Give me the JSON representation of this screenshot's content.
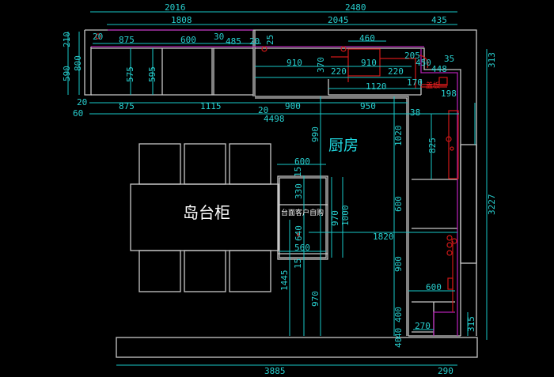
{
  "drawing": {
    "title": "Kitchen cabinet plan layout",
    "labels": {
      "island": "岛台柜",
      "kitchen": "厨房",
      "countertop_note": "台面客户自购",
      "stove_label": "盖板"
    },
    "colors": {
      "background": "#000000",
      "outline": "#c8c8c8",
      "dimension": "#18c8c8",
      "countertop": "#b020b0",
      "appliance": "#d01818"
    },
    "dimensions": {
      "top_overall_left": "2016",
      "top_overall_right": "2480",
      "top_second_left": "1808",
      "top_second_mid": "2045",
      "top_second_right": "435",
      "upper_run_gap_left": "20",
      "upper_875": "875",
      "upper_600": "600",
      "upper_30": "30",
      "upper_485": "485",
      "upper_20": "20",
      "upper_25": "25",
      "sink_460": "460",
      "depth_575": "575",
      "depth_595": "595",
      "left_210": "210",
      "left_590": "590",
      "left_800": "800",
      "run_910_a": "910",
      "run_370": "370",
      "run_910_b": "910",
      "run_220_a": "220",
      "run_220_b": "220",
      "run_205": "205",
      "run_450": "450",
      "run_35": "35",
      "run_448": "448",
      "run_1120": "1120",
      "run_170": "170",
      "run_198": "198",
      "bottom_20": "20",
      "bottom_875": "875",
      "bottom_1115": "1115",
      "bottom_20b": "20",
      "bottom_900": "900",
      "bottom_950": "950",
      "bottom_38": "38",
      "left_60": "60",
      "overall_4498": "4498",
      "v_990": "990",
      "v_1020": "1020",
      "v_825": "825",
      "v_600": "600",
      "v_900": "900",
      "v_400": "400",
      "v_40a": "40",
      "v_40b": "40",
      "h_1820": "1820",
      "island_600": "600",
      "island_15a": "15",
      "island_330": "330",
      "island_640": "640",
      "island_560": "560",
      "island_15b": "15",
      "island_970": "970",
      "island_1000": "1000",
      "v_1445": "1445",
      "v_970b": "970",
      "right_600": "600",
      "right_270": "270",
      "right_315": "315",
      "right_313": "313",
      "right_3227": "3227",
      "bottom_3885": "3885",
      "bottom_290": "290"
    }
  }
}
